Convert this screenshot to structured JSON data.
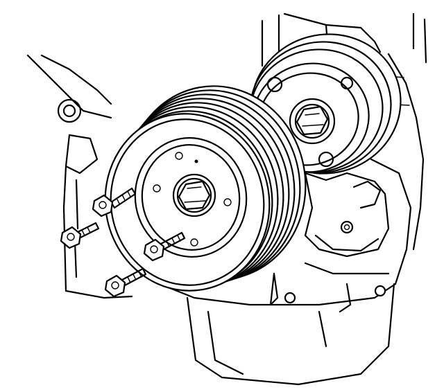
{
  "figure": {
    "kind": "line-art technical illustration",
    "ink_color": "#000000",
    "background_color": "#ffffff",
    "components": [
      "engine-block",
      "oil-pan",
      "crankshaft-pulley",
      "idler-pulley",
      "bracket",
      "pulley-bolt",
      "center-bolt"
    ],
    "bolt_count_removed": 4
  }
}
